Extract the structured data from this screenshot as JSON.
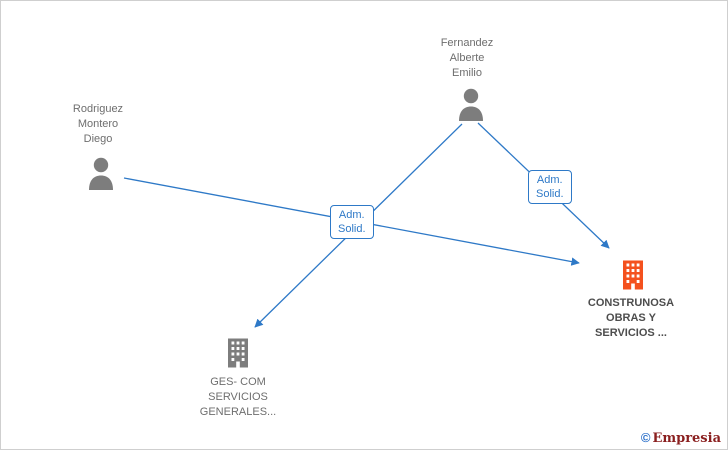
{
  "colors": {
    "edge-blue": "#2e79c7",
    "gray-icon": "#7d7d7d",
    "orange-icon": "#f4511e",
    "label-gray": "#6e6e6e",
    "label-dark": "#4d4d4d",
    "logo-red": "#8a1f1f",
    "logo-blue": "#2a6fc9"
  },
  "nodes": {
    "rodriguez": {
      "label": "Rodriguez\nMontero\nDiego",
      "type": "person"
    },
    "fernandez": {
      "label": "Fernandez\nAlberte\nEmilio",
      "type": "person"
    },
    "gescom": {
      "label": "GES- COM\nSERVICIOS\nGENERALES...",
      "type": "company"
    },
    "construnosa": {
      "label": "CONSTRUNOSA\nOBRAS Y\nSERVICIOS ...",
      "type": "company"
    }
  },
  "edge_labels": {
    "center": "Adm.\nSolid.",
    "right": "Adm.\nSolid."
  },
  "footer": {
    "copyright_symbol": "©",
    "brand": "Empresia"
  }
}
